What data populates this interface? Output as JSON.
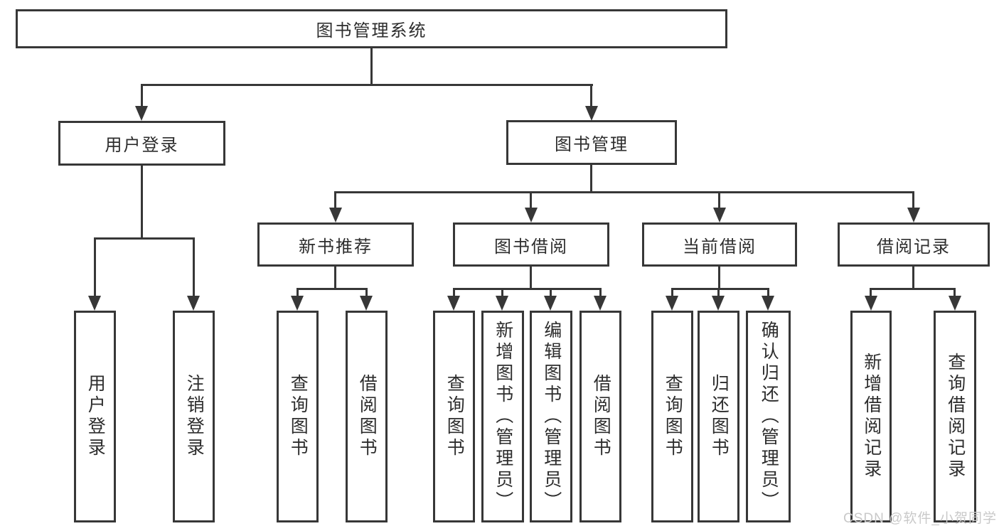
{
  "colors": {
    "line": "#373737",
    "box_border": "#373737",
    "text": "#2d2d2d",
    "watermark": "#c9c9c9",
    "background": "#ffffff"
  },
  "tree": {
    "label": "图书管理系统",
    "children": [
      {
        "label": "用户登录",
        "children": [
          {
            "label": "用户登录"
          },
          {
            "label": "注销登录"
          }
        ]
      },
      {
        "label": "图书管理",
        "children": [
          {
            "label": "新书推荐",
            "children": [
              {
                "label": "查询图书"
              },
              {
                "label": "借阅图书"
              }
            ]
          },
          {
            "label": "图书借阅",
            "children": [
              {
                "label": "查询图书"
              },
              {
                "label": "新增图书（管理员）"
              },
              {
                "label": "编辑图书（管理员）"
              },
              {
                "label": "借阅图书"
              }
            ]
          },
          {
            "label": "当前借阅",
            "children": [
              {
                "label": "查询图书"
              },
              {
                "label": "归还图书"
              },
              {
                "label": "确认归还（管理员）"
              }
            ]
          },
          {
            "label": "借阅记录",
            "children": [
              {
                "label": "新增借阅记录"
              },
              {
                "label": "查询借阅记录"
              }
            ]
          }
        ]
      }
    ]
  },
  "watermark": {
    "text": "CSDN @软件_小贺同学"
  }
}
